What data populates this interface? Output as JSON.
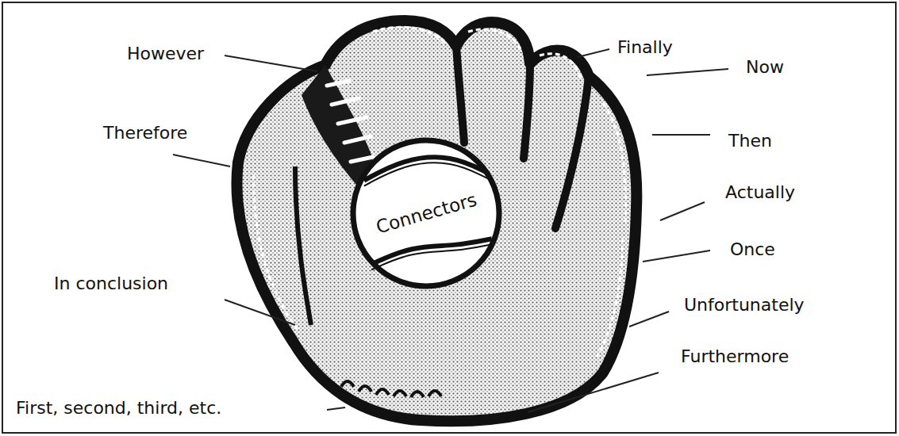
{
  "diagram": {
    "nodes": [
      {
        "text": [
          "Connectors"
        ]
      }
    ],
    "labels": [
      "However",
      "Finally",
      "Now",
      "Therefore",
      "Then",
      "Actually",
      "Once",
      "In conclusion",
      "Unfortunately",
      "First, second, third, etc.",
      "Furthermore"
    ]
  }
}
